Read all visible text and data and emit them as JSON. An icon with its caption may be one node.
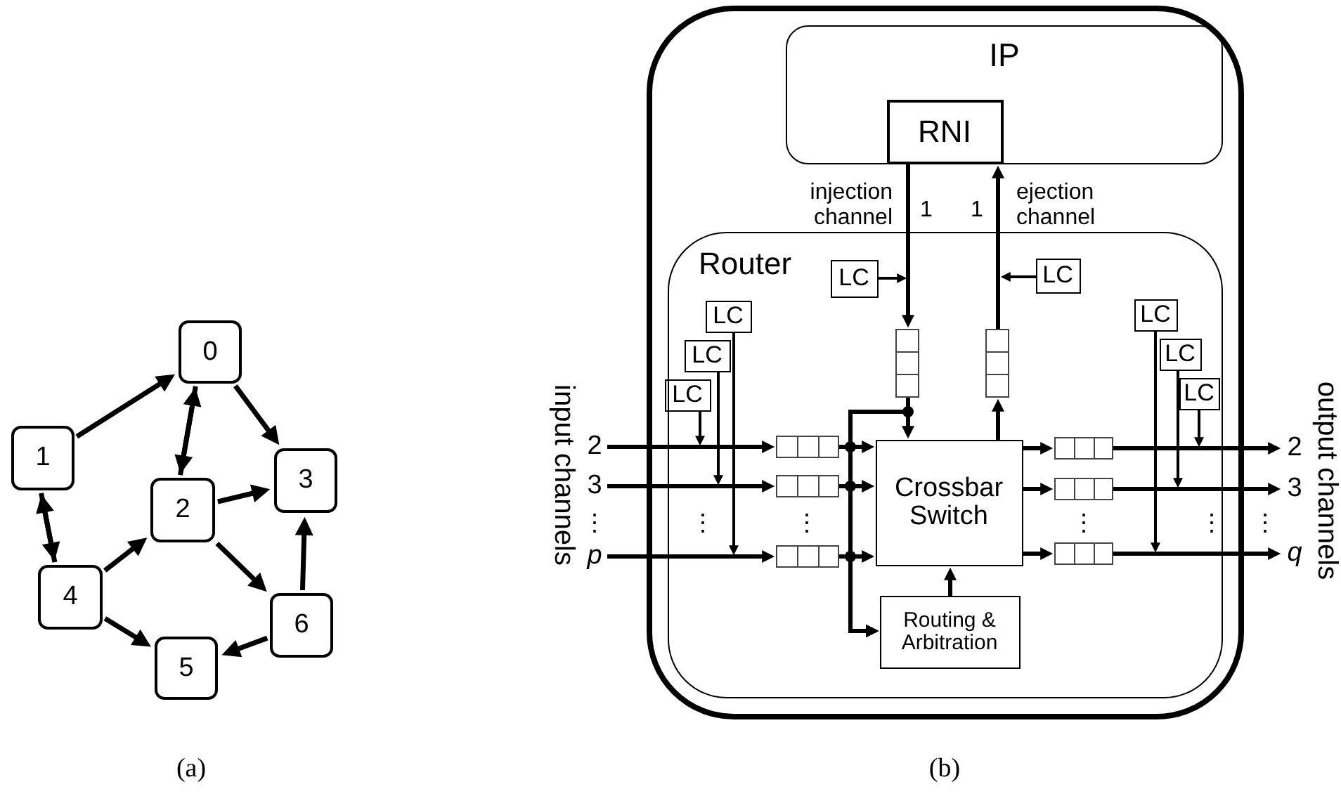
{
  "diagram": {
    "nodes": [
      {
        "text": [
          "0"
        ]
      },
      {
        "text": [
          "1"
        ]
      },
      {
        "text": [
          "2"
        ]
      },
      {
        "text": [
          "3"
        ]
      },
      {
        "text": [
          "4"
        ]
      },
      {
        "text": [
          "5"
        ]
      },
      {
        "text": [
          "6"
        ]
      },
      {
        "text": [],
        "shape": "box"
      },
      {
        "text": [
          "IP"
        ],
        "in": 7
      },
      {
        "text": [
          "RNI"
        ],
        "in": 8
      },
      {
        "text": [
          "Router"
        ],
        "in": 7
      },
      {
        "text": [
          "LC"
        ],
        "in": 10
      },
      {
        "text": [
          "LC"
        ],
        "in": 10
      },
      {
        "text": [],
        "shape": "box",
        "in": 10
      },
      {
        "text": [],
        "shape": "box",
        "in": 10
      },
      {
        "text": [
          "LC"
        ],
        "in": 10
      },
      {
        "text": [
          "LC"
        ],
        "in": 10
      },
      {
        "text": [
          "LC"
        ],
        "in": 10
      },
      {
        "text": [
          "LC"
        ],
        "in": 10
      },
      {
        "text": [
          "LC"
        ],
        "in": 10
      },
      {
        "text": [
          "LC"
        ],
        "in": 10
      },
      {
        "text": [],
        "shape": "box",
        "in": 10
      },
      {
        "text": [],
        "shape": "box",
        "in": 10
      },
      {
        "text": [],
        "shape": "box",
        "in": 10
      },
      {
        "text": [
          "Crossbar Switch"
        ],
        "in": 10
      },
      {
        "text": [],
        "shape": "box",
        "in": 10
      },
      {
        "text": [],
        "shape": "box",
        "in": 10
      },
      {
        "text": [],
        "shape": "box",
        "in": 10
      },
      {
        "text": [
          "Routing & Arbitration"
        ],
        "in": 10
      },
      {
        "text": [
          "2"
        ]
      },
      {
        "text": [
          "3"
        ]
      },
      {
        "text": [
          "p"
        ]
      },
      {
        "text": [
          "2"
        ]
      },
      {
        "text": [
          "3"
        ]
      },
      {
        "text": [
          "q"
        ]
      }
    ],
    "edges": [
      {
        "from": 1,
        "to": 0,
        "arrow": "to"
      },
      {
        "from": 0,
        "to": 3,
        "arrow": "to"
      },
      {
        "from": 2,
        "to": 0,
        "arrow": "to"
      },
      {
        "from": 0,
        "to": 2,
        "arrow": "to"
      },
      {
        "from": 4,
        "to": 1,
        "arrow": "to"
      },
      {
        "from": 1,
        "to": 4,
        "arrow": "to"
      },
      {
        "from": 2,
        "to": 3,
        "arrow": "to"
      },
      {
        "from": 4,
        "to": 2,
        "arrow": "to"
      },
      {
        "from": 2,
        "to": 6,
        "arrow": "to"
      },
      {
        "from": 6,
        "to": 3,
        "arrow": "to"
      },
      {
        "from": 4,
        "to": 5,
        "arrow": "to"
      },
      {
        "from": 6,
        "to": 5,
        "arrow": "to"
      },
      {
        "from": 9,
        "to": 13,
        "arrow": "to"
      },
      {
        "from": 14,
        "to": 9,
        "arrow": "to"
      },
      {
        "from": 11,
        "to": null,
        "arrow": "to"
      },
      {
        "from": 12,
        "to": null,
        "arrow": "to"
      },
      {
        "from": 29,
        "to": 21,
        "arrow": "to"
      },
      {
        "from": 30,
        "to": 22,
        "arrow": "to"
      },
      {
        "from": 31,
        "to": 23,
        "arrow": "to"
      },
      {
        "from": 15,
        "to": null,
        "arrow": "to"
      },
      {
        "from": 17,
        "to": null,
        "arrow": "to"
      },
      {
        "from": 19,
        "to": null,
        "arrow": "to"
      },
      {
        "from": 13,
        "to": 24,
        "arrow": "to"
      },
      {
        "from": 21,
        "to": 24,
        "arrow": "to"
      },
      {
        "from": 22,
        "to": 24,
        "arrow": "to"
      },
      {
        "from": 23,
        "to": 24,
        "arrow": "to"
      },
      {
        "from": 21,
        "to": 28,
        "arrow": "to"
      },
      {
        "from": 22,
        "to": 28,
        "arrow": "to"
      },
      {
        "from": 23,
        "to": 28,
        "arrow": "to"
      },
      {
        "from": 13,
        "to": 28,
        "arrow": "to"
      },
      {
        "from": 28,
        "to": 24,
        "arrow": "to"
      },
      {
        "from": 24,
        "to": 14,
        "arrow": "to"
      },
      {
        "from": 24,
        "to": 25,
        "arrow": "to"
      },
      {
        "from": 24,
        "to": 26,
        "arrow": "to"
      },
      {
        "from": 24,
        "to": 27,
        "arrow": "to"
      },
      {
        "from": 25,
        "to": 32,
        "arrow": "to"
      },
      {
        "from": 26,
        "to": 33,
        "arrow": "to"
      },
      {
        "from": 27,
        "to": 34,
        "arrow": "to"
      },
      {
        "from": 16,
        "to": null,
        "arrow": "to"
      },
      {
        "from": 18,
        "to": null,
        "arrow": "to"
      },
      {
        "from": 20,
        "to": null,
        "arrow": "to"
      }
    ],
    "labels": [
      "injection channel",
      "1",
      "1",
      "ejection channel",
      "input channels",
      "⋮",
      "⋮",
      "⋮",
      "⋮",
      "⋮",
      "⋮",
      "output channels",
      "(a)",
      "(b)"
    ]
  }
}
